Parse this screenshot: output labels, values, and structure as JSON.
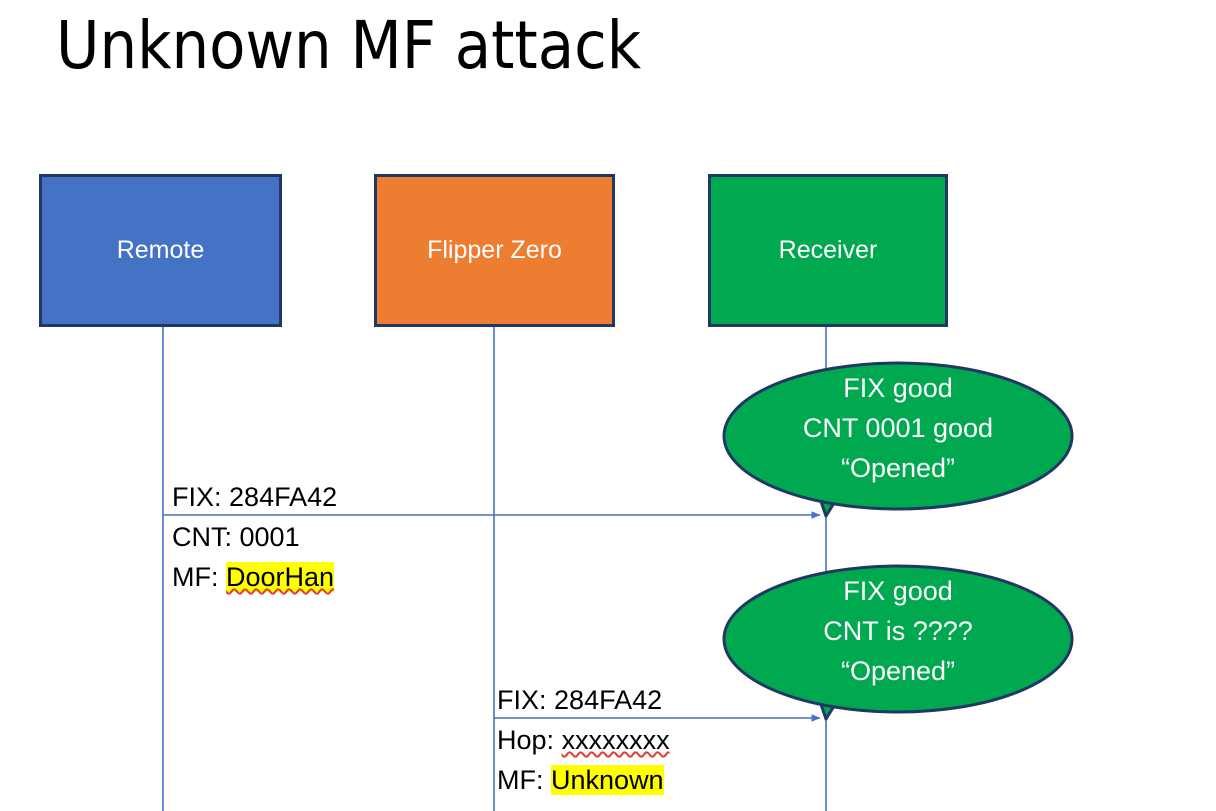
{
  "slide": {
    "title": "Unknown MF attack",
    "background": "#FFFFFF"
  },
  "colors": {
    "remote_fill": "#4472C4",
    "flipper_fill": "#ED7D31",
    "receiver_fill": "#00A94F",
    "box_border": "#1F3864",
    "lifeline": "#4472C4",
    "arrow": "#4472C4",
    "bubble_fill": "#00A94F",
    "bubble_border": "#1F3864",
    "highlight": "#FFFF00",
    "spellcheck_underline": "#E03C2F",
    "text_dark": "#000000",
    "text_light": "#FFFFFF"
  },
  "actors": [
    {
      "id": "remote",
      "label": "Remote"
    },
    {
      "id": "flipper",
      "label": "Flipper Zero"
    },
    {
      "id": "receiver",
      "label": "Receiver"
    }
  ],
  "messages": [
    {
      "id": "msg1",
      "from": "remote",
      "to": "receiver",
      "lines": [
        {
          "label": "FIX:",
          "value": "284FA42",
          "highlight": false,
          "spellcheck": false
        },
        {
          "label": "CNT:",
          "value": "0001",
          "highlight": false,
          "spellcheck": false
        },
        {
          "label": "MF:",
          "value": "DoorHan",
          "highlight": true,
          "spellcheck": true
        }
      ]
    },
    {
      "id": "msg2",
      "from": "flipper",
      "to": "receiver",
      "lines": [
        {
          "label": "FIX:",
          "value": "284FA42",
          "highlight": false,
          "spellcheck": false
        },
        {
          "label": "Hop:",
          "value": "xxxxxxxx",
          "highlight": false,
          "spellcheck": true
        },
        {
          "label": "MF:",
          "value": "Unknown",
          "highlight": true,
          "spellcheck": false
        }
      ]
    }
  ],
  "bubbles": [
    {
      "id": "bubble1",
      "attached_to": "receiver",
      "line1": "FIX good",
      "line2": "CNT 0001 good",
      "line3": "“Opened”"
    },
    {
      "id": "bubble2",
      "attached_to": "receiver",
      "line1": "FIX good",
      "line2": "CNT is ????",
      "line3": "“Opened”"
    }
  ]
}
